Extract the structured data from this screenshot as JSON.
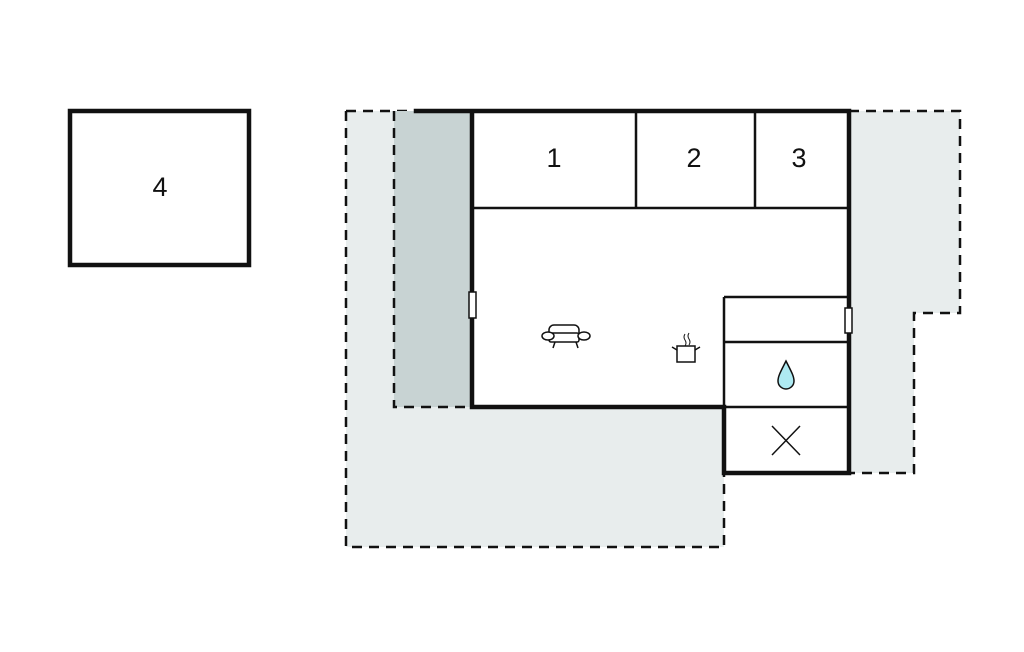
{
  "rooms": [
    {
      "label": "1"
    },
    {
      "label": "2"
    },
    {
      "label": "3"
    },
    {
      "label": "4"
    }
  ],
  "icons": [
    "sofa-icon",
    "cooking-pot-icon",
    "water-drop-icon",
    "cross-icon",
    "window-icon"
  ],
  "colors": {
    "outdoor_area": "#e8eded",
    "covered_area": "#c8d3d3",
    "wall": "#111111",
    "water": "#aeeaf2"
  }
}
